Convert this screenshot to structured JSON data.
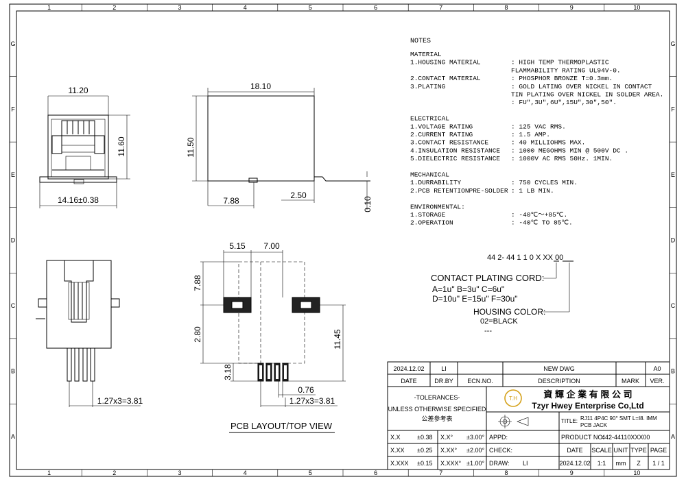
{
  "border": {
    "top_cols": [
      "1",
      "2",
      "3",
      "4",
      "5",
      "6",
      "7",
      "8",
      "9",
      "10"
    ],
    "side_rows": [
      "G",
      "F",
      "E",
      "D",
      "C",
      "B",
      "A"
    ]
  },
  "notes": {
    "title": "NOTES",
    "lines": [
      {
        "a": "MATERIAL",
        "b": ""
      },
      {
        "a": "1.HOUSING MATERIAL",
        "b": ": HIGH TEMP THERMOPLASTIC"
      },
      {
        "a": "",
        "b": "  FLAMMABILITY RATING UL94V-0."
      },
      {
        "a": "2.CONTACT MATERIAL",
        "b": ": PHOSPHOR BRONZE T=0.3mm."
      },
      {
        "a": "3.PLATING",
        "b": ": GOLD LATING OVER NICKEL IN CONTACT"
      },
      {
        "a": "",
        "b": "  TIN PLATING OVER NICKEL IN SOLDER AREA."
      },
      {
        "a": "",
        "b": ": FU\",3U\",6U\",15U\",30\",50\"."
      },
      {
        "a": "",
        "b": ""
      },
      {
        "a": "ELECTRICAL",
        "b": ""
      },
      {
        "a": "1.VOLTAGE RATING",
        "b": ": 125 VAC RMS."
      },
      {
        "a": "2.CURRENT RATING",
        "b": ": 1.5 AMP."
      },
      {
        "a": "3.CONTACT RESISTANCE",
        "b": ": 40 MILLIOHMS MAX."
      },
      {
        "a": "4.INSULATION RESISTANCE",
        "b": ": 1000 MEGOHMS MIN @ 500V DC ."
      },
      {
        "a": "5.DIELECTRIC RESISTANCE",
        "b": ": 1000V AC RMS 50Hz. 1MIN."
      },
      {
        "a": "",
        "b": ""
      },
      {
        "a": "MECHANICAL",
        "b": ""
      },
      {
        "a": "1.DURRABILITY",
        "b": ": 750 CYCLES MIN."
      },
      {
        "a": "2.PCB RETENTIONPRE-SOLDER",
        "b": ": 1 LB MIN."
      },
      {
        "a": "",
        "b": ""
      },
      {
        "a": "ENVIRONMENTAL:",
        "b": ""
      },
      {
        "a": "1.STORAGE",
        "b": ": -40℃～+85℃."
      },
      {
        "a": "2.OPERATION",
        "b": ": -40℃ TO 85℃."
      }
    ]
  },
  "part_code": {
    "code": "44 2- 44  1  1  0  X  XX  00",
    "plating_title": "CONTACT PLATING CORD:",
    "plating_line1": "A=1u\"  B=3u\"  C=6u\"",
    "plating_line2": "D=10u\"  E=15u\"  F=30u\"",
    "housing_title": "HOUSING COLOR:",
    "housing_line1": "02=BLACK",
    "housing_line2": "---"
  },
  "dims": {
    "front_width": "11.20",
    "front_height": "11.60",
    "front_base": "14.16±0.38",
    "side_length": "18.10",
    "side_height": "11.50",
    "side_offset": "7.88",
    "side_lead": "2.50",
    "side_coplanarity": "0.10",
    "pitch_bottom": "1.27x3=3.81",
    "pcb_w1": "5.15",
    "pcb_w2": "7.00",
    "pcb_h1": "7.88",
    "pcb_h2": "2.80",
    "pcb_h3": "11.45",
    "pcb_pad": "3.18",
    "pcb_padw": "0.76",
    "pcb_pitch": "1.27x3=3.81",
    "pcb_caption": "PCB  LAYOUT/TOP  VIEW"
  },
  "title_block": {
    "rev_date": "2024.12.02",
    "rev_by": "LI",
    "rev_desc": "NEW DWG",
    "rev_ver": "A0",
    "h_date": "DATE",
    "h_drby": "DR.BY",
    "h_ecn": "ECN.NO.",
    "h_desc": "DESCRIPTION",
    "h_mark": "MARK",
    "h_ver": "VER.",
    "tol_title": "-TOLERANCES-",
    "tol_sub": "UNLESS OTHERWISE SPECIFIED",
    "tol_cn": "公差參考表",
    "logo_text": "T.H",
    "company_cn": "資 輝 企 業 有 限 公 司",
    "company_en": "Tzyr Hwey Enterprise Co,Ltd",
    "title_label": "TITLE:",
    "title_line1": "RJ11 4P4C 90° SMT L=I8. IMM",
    "title_line2": "PCB  JACK",
    "tol_rows": [
      {
        "k": "X.X",
        "v": "±0.38",
        "k2": "X.X°",
        "v2": "±3.00°"
      },
      {
        "k": "X.XX",
        "v": "±0.25",
        "k2": "X.XX°",
        "v2": "±2.00°"
      },
      {
        "k": "X.XXX",
        "v": "±0.15",
        "k2": "X.XXX°",
        "v2": "±1.00°"
      }
    ],
    "appd": "APPD:",
    "check": "CHECK:",
    "draw": "DRAW:",
    "draw_by": "LI",
    "product_no_label": "PRODUCT NO:",
    "product_no": "442-44110XXX00",
    "h_date2": "DATE",
    "h_scale": "SCALE",
    "h_unit": "UNIT",
    "h_type": "TYPE",
    "h_page": "PAGE",
    "date2": "2024.12.02",
    "scale": "1:1",
    "unit": "mm",
    "type": "Z",
    "page": "1 / 1"
  }
}
